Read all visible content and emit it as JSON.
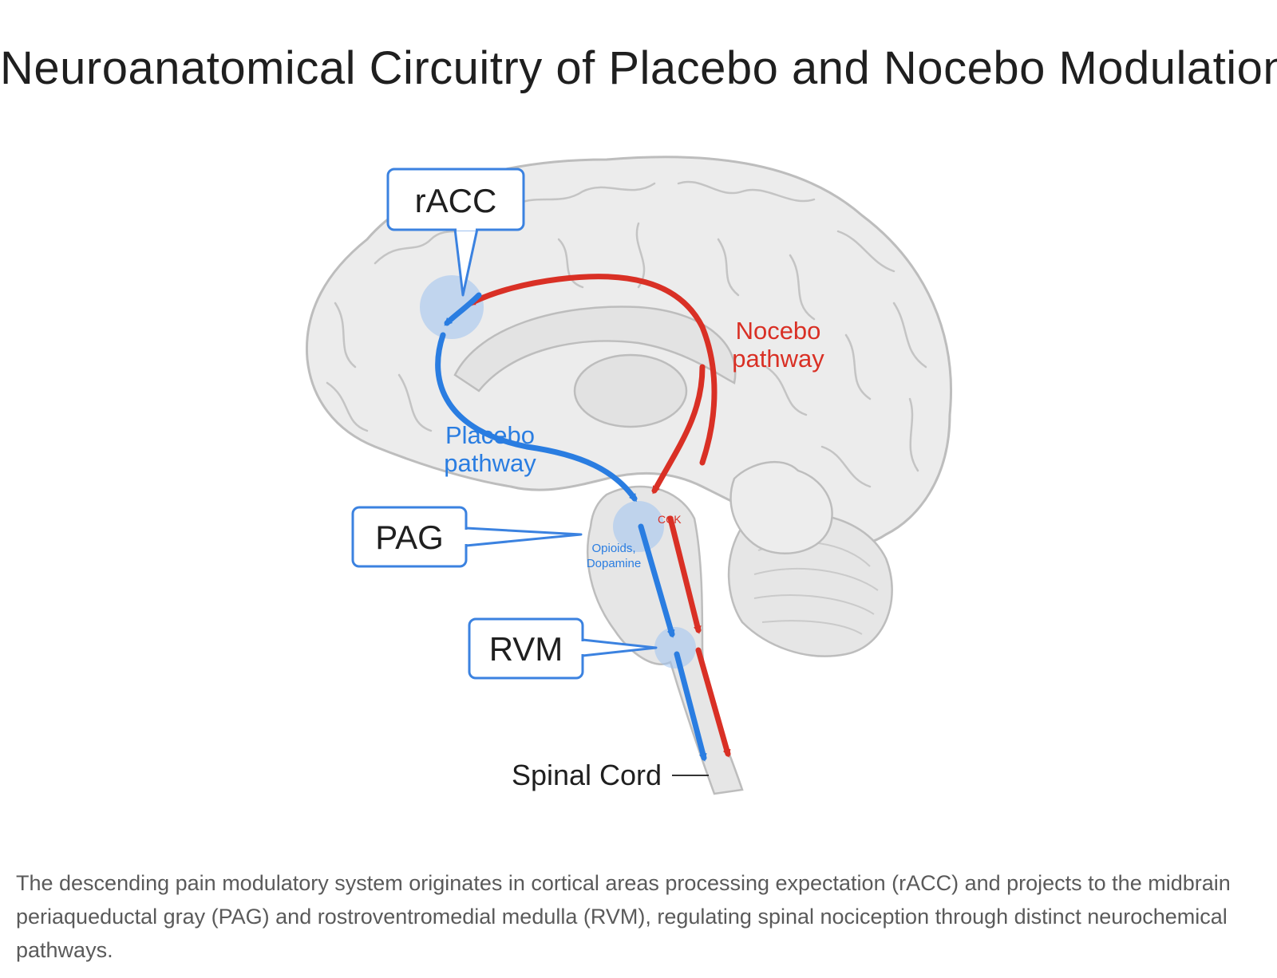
{
  "title": "Neuroanatomical Circuitry of Placebo and Nocebo Modulation",
  "diagram": {
    "labels": {
      "racc": "rACC",
      "pag": "PAG",
      "rvm": "RVM",
      "spinal_cord": "Spinal Cord",
      "nocebo_line1": "Nocebo",
      "nocebo_line2": "pathway",
      "placebo_line1": "Placebo",
      "placebo_line2": "pathway",
      "cck": "CCK",
      "opioids_line1": "Opioids,",
      "opioids_line2": "Dopamine"
    },
    "colors": {
      "placebo": "#2a7de1",
      "nocebo": "#d93025",
      "label_border": "#3b82e0",
      "brain_fill": "#ececec",
      "brain_stroke": "#bdbdbd",
      "highlight": "#9ec2f0"
    }
  },
  "caption": "The descending pain modulatory system originates in cortical areas processing expectation (rACC) and projects to the midbrain periaqueductal gray (PAG) and rostroventromedial medulla (RVM), regulating spinal nociception through distinct neurochemical pathways."
}
